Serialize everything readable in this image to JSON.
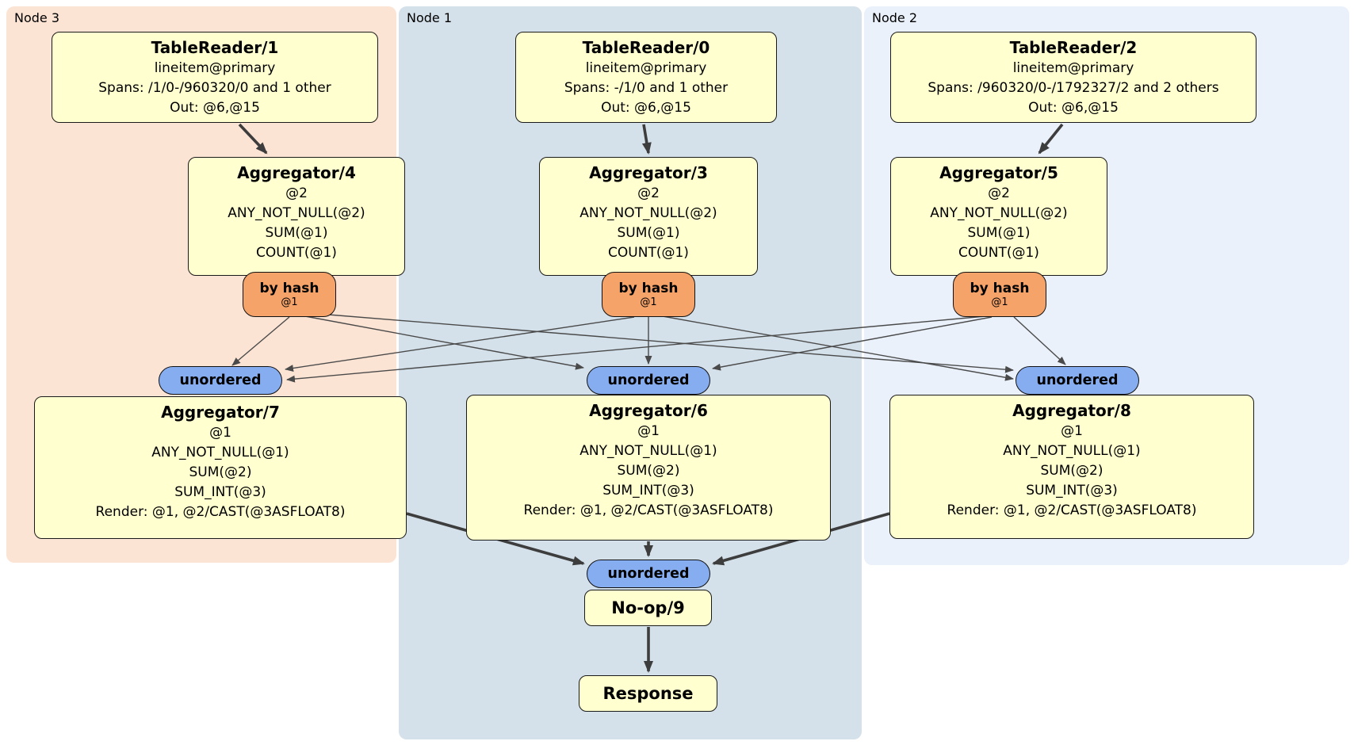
{
  "regions": {
    "node3": {
      "label": "Node 3"
    },
    "node1": {
      "label": "Node 1"
    },
    "node2": {
      "label": "Node 2"
    }
  },
  "processors": {
    "tr1": {
      "title": "TableReader/1",
      "lines": [
        "lineitem@primary",
        "Spans: /1/0-/960320/0 and 1 other",
        "Out: @6,@15"
      ]
    },
    "tr0": {
      "title": "TableReader/0",
      "lines": [
        "lineitem@primary",
        "Spans: -/1/0 and 1 other",
        "Out: @6,@15"
      ]
    },
    "tr2": {
      "title": "TableReader/2",
      "lines": [
        "lineitem@primary",
        "Spans: /960320/0-/1792327/2 and 2 others",
        "Out: @6,@15"
      ]
    },
    "agg4": {
      "title": "Aggregator/4",
      "lines": [
        "@2",
        "ANY_NOT_NULL(@2)",
        "SUM(@1)",
        "COUNT(@1)"
      ]
    },
    "agg3": {
      "title": "Aggregator/3",
      "lines": [
        "@2",
        "ANY_NOT_NULL(@2)",
        "SUM(@1)",
        "COUNT(@1)"
      ]
    },
    "agg5": {
      "title": "Aggregator/5",
      "lines": [
        "@2",
        "ANY_NOT_NULL(@2)",
        "SUM(@1)",
        "COUNT(@1)"
      ]
    },
    "agg7": {
      "title": "Aggregator/7",
      "lines": [
        "@1",
        "ANY_NOT_NULL(@1)",
        "SUM(@2)",
        "SUM_INT(@3)",
        "Render: @1, @2/CAST(@3ASFLOAT8)"
      ]
    },
    "agg6": {
      "title": "Aggregator/6",
      "lines": [
        "@1",
        "ANY_NOT_NULL(@1)",
        "SUM(@2)",
        "SUM_INT(@3)",
        "Render: @1, @2/CAST(@3ASFLOAT8)"
      ]
    },
    "agg8": {
      "title": "Aggregator/8",
      "lines": [
        "@1",
        "ANY_NOT_NULL(@1)",
        "SUM(@2)",
        "SUM_INT(@3)",
        "Render: @1, @2/CAST(@3ASFLOAT8)"
      ]
    },
    "noop9": {
      "title": "No-op/9"
    },
    "response": {
      "title": "Response"
    }
  },
  "routers": {
    "by_hash_label": "by hash",
    "by_hash_key": "@1"
  },
  "streams": {
    "unordered_label": "unordered"
  },
  "colors": {
    "node3_bg": "#fce4d4",
    "node1_bg": "#d4e1ea",
    "node2_bg": "#eaf1fb",
    "processor_bg": "#ffffcf",
    "hash_router_bg": "#f5a369",
    "unordered_bg": "#87adf1",
    "edge": "#444444"
  }
}
